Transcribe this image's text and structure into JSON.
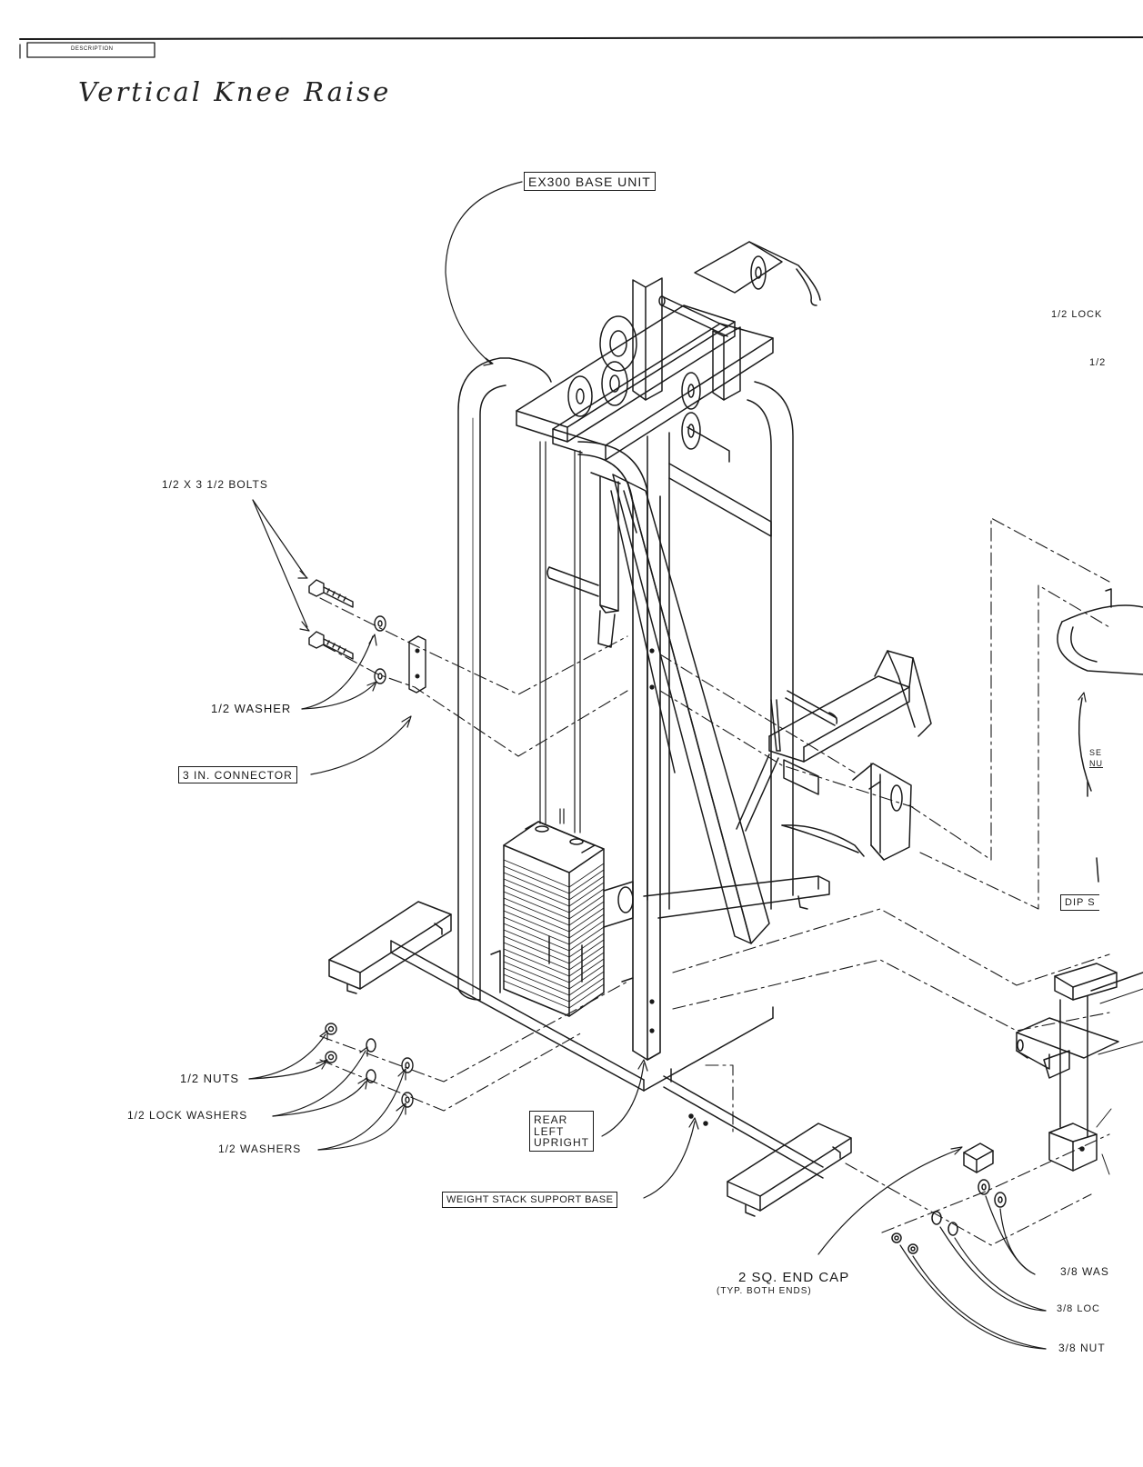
{
  "header": {
    "description_tab": "DESCRIPTION",
    "title": "Vertical Knee Raise"
  },
  "labels": {
    "base_unit": "EX300 BASE UNIT",
    "bolts": "1/2 x 3 1/2 BOLTS",
    "washer": "1/2 WASHER",
    "connector": "3 IN. CONNECTOR",
    "nuts": "1/2 NUTS",
    "lock_washers": "1/2 LOCK WASHERS",
    "washers": "1/2 WASHERS",
    "rear_upright": [
      "REAR",
      "LEFT",
      "UPRIGHT"
    ],
    "support_base": "WEIGHT STACK SUPPORT BASE",
    "end_cap": "2 SQ. END CAP",
    "end_cap_note": "(TYP. BOTH ENDS)",
    "right_lock": "1/2 LOCK",
    "right_half": "1/2",
    "serial_1": "SE",
    "serial_2": "NU",
    "dip": "DIP S",
    "washers_38": "3/8 WAS",
    "lock_38": "3/8 LOC",
    "nuts_38": "3/8 NUT"
  },
  "colors": {
    "ink": "#1a1a1a",
    "paper": "#ffffff"
  }
}
